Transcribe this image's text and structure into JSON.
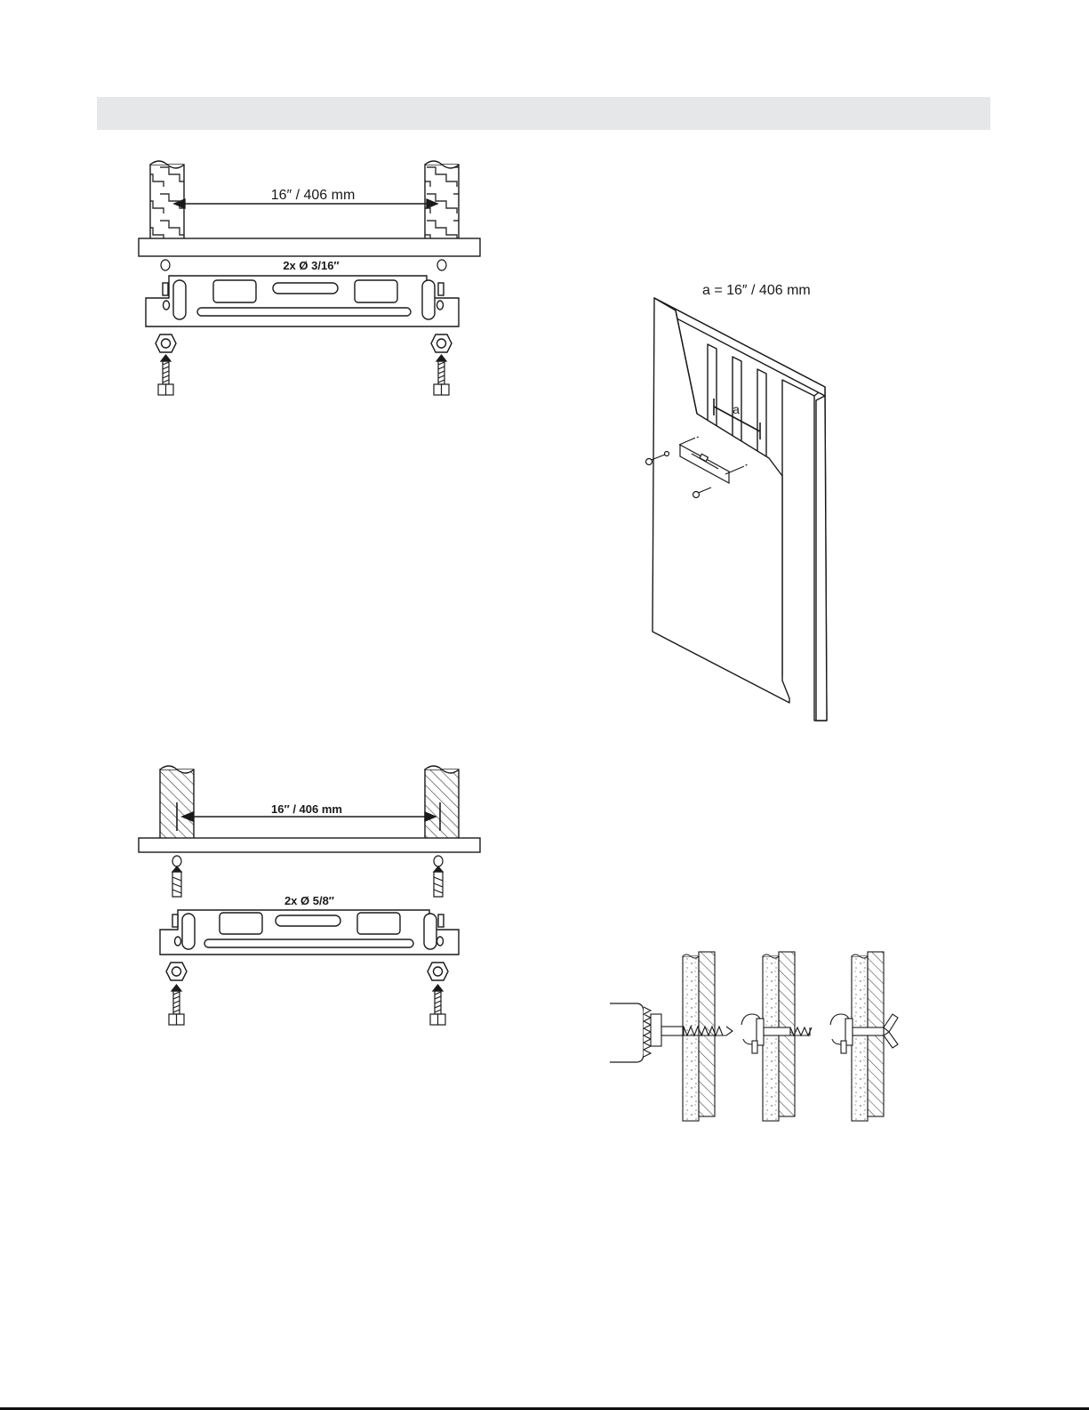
{
  "colors": {
    "header_bar": "#e6e7e8",
    "ink": "#1a1a1a",
    "paper": "#ffffff"
  },
  "fig_wood_stud": {
    "spacing_label": "16″ / 406 mm",
    "drill_label": "2x  Ø  3/16″"
  },
  "fig_concrete": {
    "spacing_label": "16″ / 406 mm",
    "drill_label": "2x  Ø  5/8″"
  },
  "fig_drywall_panel": {
    "dimension_label": "a  =  16″ / 406 mm",
    "dimension_marker": "a"
  }
}
